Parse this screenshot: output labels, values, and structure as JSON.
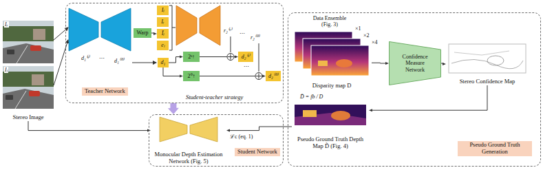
{
  "diagram": {
    "nodes": [
      {
        "text": [
          "Stereo Image"
        ]
      },
      {
        "text": [
          "Teacher Network"
        ]
      },
      {
        "text": [
          "Warp"
        ],
        "in": 1
      },
      {
        "text": [
          "Iₗ"
        ],
        "in": 1
      },
      {
        "text": [
          "Iᵣ"
        ],
        "in": 1
      },
      {
        "text": [
          "Ĩₗ"
        ],
        "in": 1
      },
      {
        "text": [
          "eₗ"
        ],
        "in": 1
      },
      {
        "text": [
          "d₁"
        ],
        "in": 1
      },
      {
        "text": [
          "2ˢ↑"
        ],
        "in": 1
      },
      {
        "text": [
          "d₂⁽ˢ⁾"
        ],
        "in": 1
      },
      {
        "text": [
          "2⁰↑"
        ],
        "in": 1
      },
      {
        "text": [
          "d₂⁽⁰⁾"
        ],
        "in": 1
      },
      {
        "text": [
          "Student Network"
        ]
      },
      {
        "text": [
          "Monocular Depth Estimation Network (Fig. 5)"
        ],
        "in": 12
      },
      {
        "text": [
          "Pseudo Ground Truth Generation"
        ]
      },
      {
        "text": [
          "Disparity map D"
        ],
        "in": 14
      },
      {
        "text": [
          "Confidence Measure Network"
        ],
        "in": 14
      },
      {
        "text": [
          "Stereo Confidence Map"
        ],
        "in": 14
      },
      {
        "text": [
          "Pseudo Ground Truth Depth Map D̃ (Fig. 4)"
        ],
        "in": 14
      }
    ],
    "edges": [
      {
        "from": 0,
        "to": 13,
        "arrow": "to"
      },
      {
        "from": 2,
        "to": 5,
        "arrow": "to"
      },
      {
        "from": 7,
        "to": 8,
        "arrow": "to"
      },
      {
        "from": 7,
        "to": 10,
        "arrow": "to"
      },
      {
        "from": 10,
        "to": 11,
        "arrow": "to"
      },
      {
        "from": 1,
        "to": 12,
        "arrow": "to"
      },
      {
        "from": 15,
        "to": 16,
        "arrow": "to"
      },
      {
        "from": 16,
        "to": 17,
        "arrow": "to"
      },
      {
        "from": 17,
        "to": 18,
        "arrow": "to"
      },
      {
        "from": 18,
        "to": 13,
        "arrow": "to"
      },
      {
        "from": 8,
        "to": 9,
        "arrow": "to"
      }
    ],
    "labels": [
      "Iᵣ",
      "Iₗ",
      "d₁⁽ˢ⁾",
      "⋯",
      "d₁⁽⁰⁾",
      "r₂⁽ˢ⁾",
      "⋯",
      "r₂⁽⁰⁾",
      "⋯",
      "Student-teacher strategy",
      "ℒc (eq. 1)",
      "Data Ensemble (Fig. 3)",
      "×1",
      "×2",
      "×4",
      "D̃ = fb / D"
    ]
  }
}
